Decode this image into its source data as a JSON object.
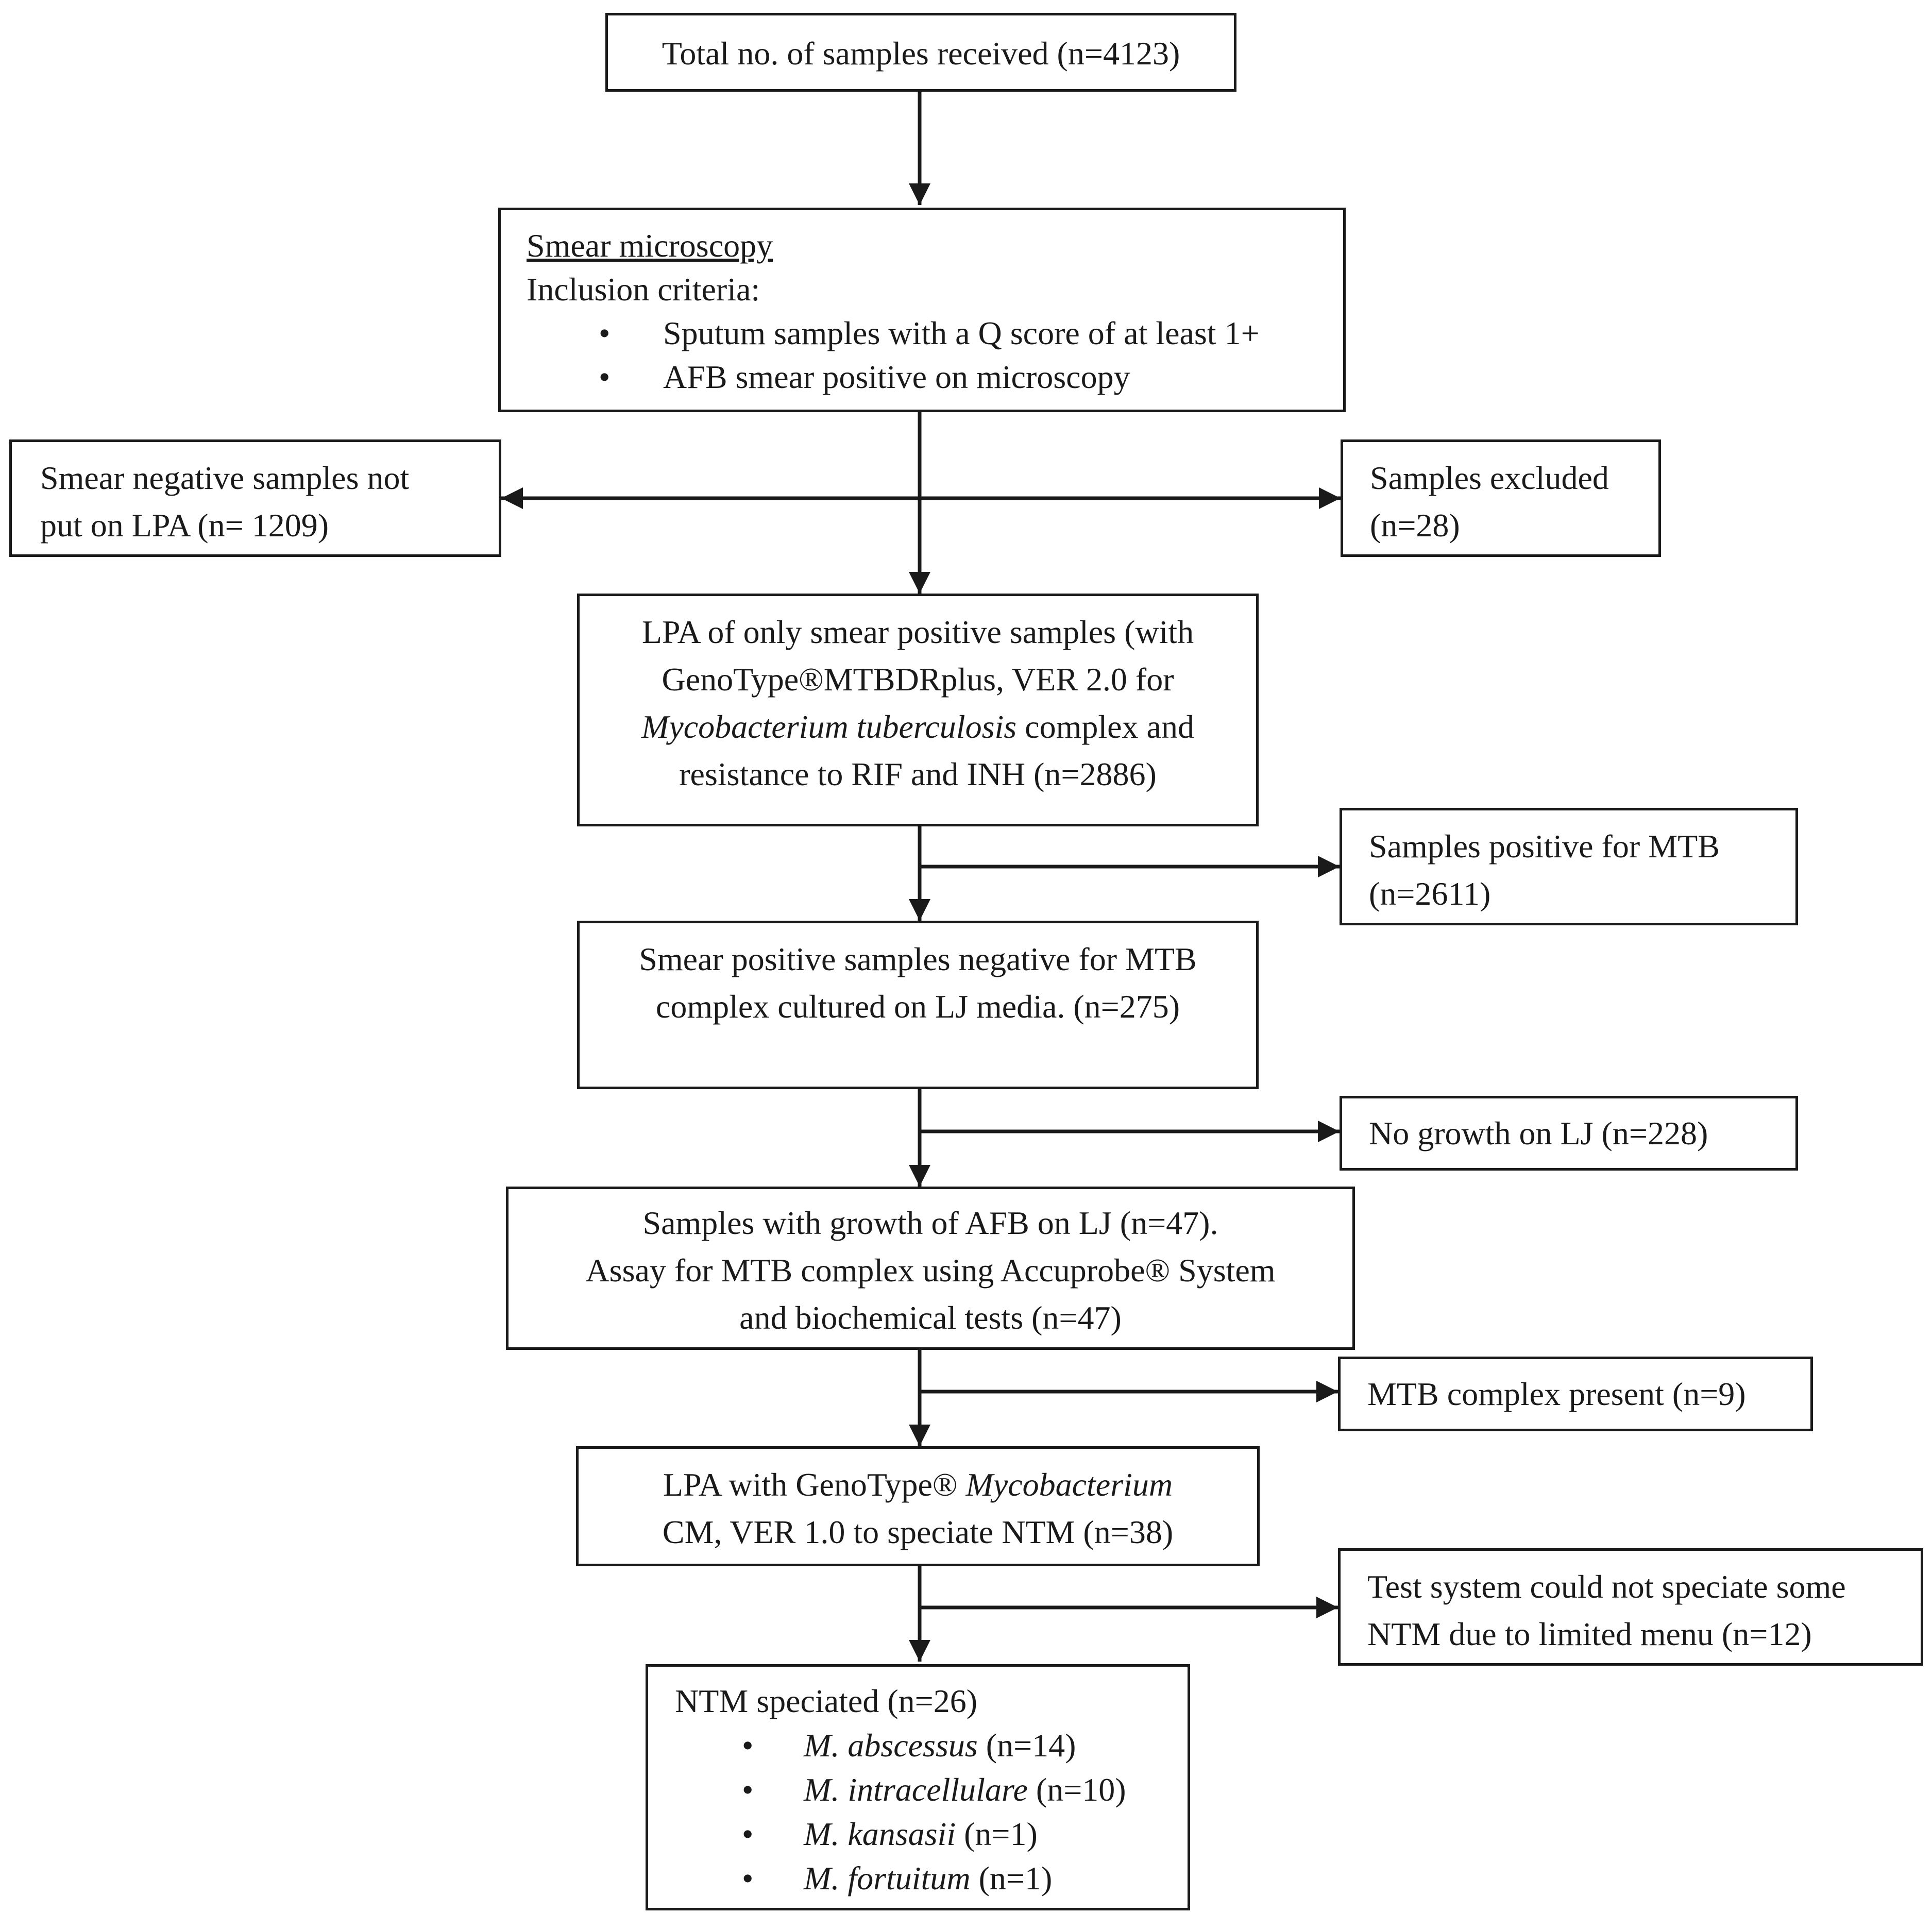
{
  "nodes": {
    "total": {
      "text": "Total no. of samples received (n=4123)"
    },
    "smear": {
      "heading": "Smear microscopy",
      "subheading": "Inclusion criteria:",
      "bullets": [
        "Sputum samples with a Q score of at least 1+",
        "AFB smear positive on microscopy"
      ],
      "bullet_glyph": "•"
    },
    "smear_negative": {
      "lines": [
        "Smear negative samples not",
        "put on LPA (n= 1209)"
      ]
    },
    "excluded": {
      "lines": [
        "Samples excluded",
        "(n=28)"
      ]
    },
    "lpa1": {
      "line1": "LPA of only smear positive samples (with",
      "line2": "GenoType®MTBDRplus, VER 2.0 for",
      "line3_italic": "Mycobacterium tuberculosis",
      "line3_rest": " complex and",
      "line4": "resistance to RIF and INH (n=2886)"
    },
    "mtb_positive": {
      "lines": [
        "Samples positive for MTB",
        "(n=2611)"
      ]
    },
    "cultured": {
      "lines": [
        "Smear positive samples negative for MTB",
        "complex cultured on LJ media. (n=275)"
      ]
    },
    "no_growth": {
      "text": "No growth on LJ (n=228)"
    },
    "growth": {
      "lines": [
        "Samples with growth of AFB on LJ (n=47).",
        "Assay for MTB complex using Accuprobe® System",
        "and biochemical tests (n=47)"
      ]
    },
    "mtb_present": {
      "text": "MTB complex present (n=9)"
    },
    "lpa2": {
      "line1_prefix": "LPA with GenoType® ",
      "line1_italic": "Mycobacterium",
      "line2": "CM, VER 1.0 to speciate NTM (n=38)"
    },
    "could_not": {
      "lines": [
        "Test system could not speciate some",
        "NTM due to limited menu (n=12)"
      ]
    },
    "speciated": {
      "heading": "NTM speciated (n=26)",
      "bullet_glyph": "•",
      "items": [
        {
          "species": "M. abscessus",
          "count": " (n=14)"
        },
        {
          "species": "M. intracellulare",
          "count": " (n=10)"
        },
        {
          "species": "M. kansasii",
          "count": " (n=1)"
        },
        {
          "species": "M. fortuitum",
          "count": " (n=1)"
        }
      ]
    }
  }
}
